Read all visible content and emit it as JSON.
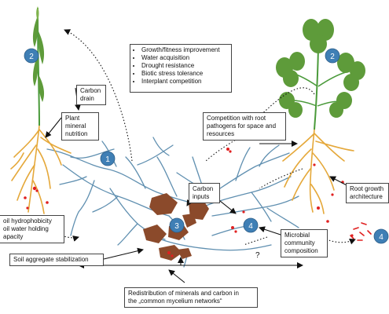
{
  "effects_box": {
    "items": [
      "Growth/fitness improvement",
      "Water acquisition",
      "Drought resistance",
      "Biotic stress tolerance",
      "Interplant competition"
    ]
  },
  "labels": {
    "carbon_drain": [
      "Carbon",
      "drain"
    ],
    "plant_mineral_nutrition": [
      "Plant",
      "mineral",
      "nutrition"
    ],
    "competition_pathogens": [
      "Competition with root",
      "pathogens for space and",
      "resources"
    ],
    "root_growth_architecture": [
      "Root growth",
      "architecture"
    ],
    "carbon_inputs": [
      "Carbon",
      "inputs"
    ],
    "soil_hydrophobicity": [
      "oil hydrophobicity",
      "oil water holding",
      "apacity"
    ],
    "soil_aggregate": [
      "Soil aggregate stabilization"
    ],
    "microbial_community": [
      "Microbial",
      "community",
      "composition"
    ],
    "redistribution": [
      "Redistribution of minerals and carbon in",
      "the „common mycelium networks“"
    ]
  },
  "markers": {
    "m1": "1",
    "m2_left": "2",
    "m2_right": "2",
    "m3": "3",
    "m4_center": "4",
    "m4_right": "4",
    "question": "?"
  },
  "colors": {
    "marker_fill": "#3f7fb5",
    "hyphae": "#5f8fb0",
    "roots": "#e5a83a",
    "aggregates": "#8b4a2b",
    "spores": "#e02020",
    "leaf": "#5e9b3a",
    "stem": "#4a9a3a"
  }
}
